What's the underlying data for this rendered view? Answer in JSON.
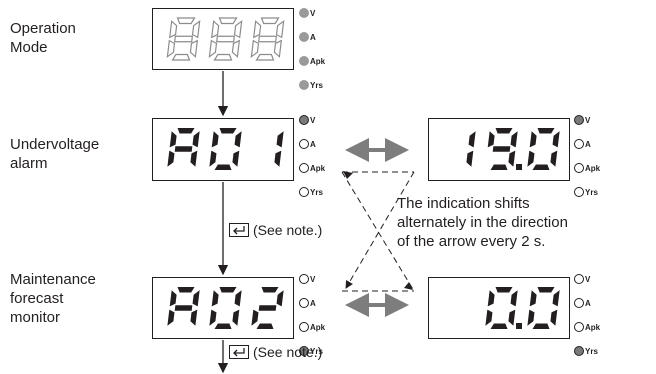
{
  "labels": {
    "operation_mode": "Operation\nMode",
    "undervoltage": "Undervoltage\nalarm",
    "maintenance": "Maintenance\nforecast\nmonitor"
  },
  "displays": {
    "op": "888",
    "a01": "A01",
    "a02": "A02",
    "val1": "19.0",
    "val2": "0.0"
  },
  "indicator_labels": [
    "V",
    "A",
    "Apk",
    "Yrs"
  ],
  "indicator_states": {
    "op": [
      "gray",
      "gray",
      "gray",
      "gray"
    ],
    "a01": [
      "on",
      "off",
      "off",
      "off"
    ],
    "val1": [
      "on",
      "off",
      "off",
      "off"
    ],
    "a02": [
      "off",
      "off",
      "off",
      "on"
    ],
    "val2": [
      "off",
      "off",
      "off",
      "on"
    ]
  },
  "note": {
    "text": "(See note.)",
    "icon": "return-key-icon"
  },
  "info": {
    "line1": "The indication shifts",
    "line2": "alternately in the direction",
    "line3": "of the arrow every 2 s."
  },
  "colors": {
    "segment_on": "#231f20",
    "segment_dim": "#8c8c8c",
    "arrow_gray": "#7d7d7d"
  }
}
